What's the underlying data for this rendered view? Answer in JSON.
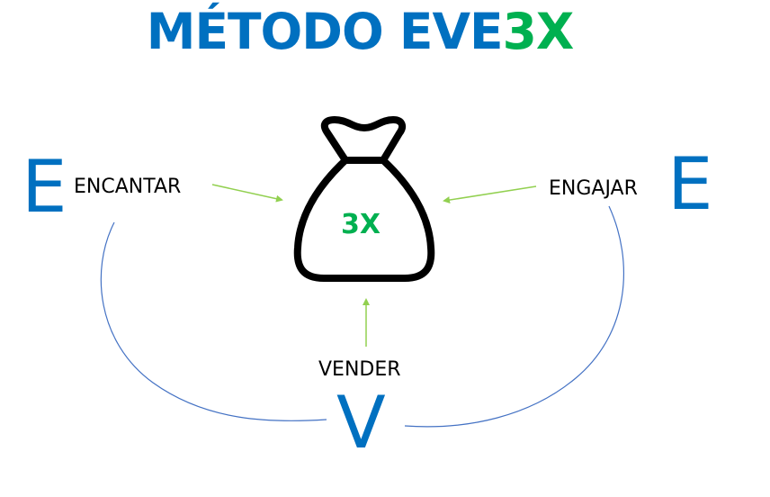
{
  "title": {
    "main": "MÉTODO EVE",
    "accent": "3X"
  },
  "colors": {
    "primary_blue": "#0070c0",
    "accent_green": "#00b050",
    "arrow_green": "#92d050",
    "cycle_line": "#4472c4",
    "bag_stroke": "#000000"
  },
  "center": {
    "icon": "money-bag-icon",
    "text": "3X"
  },
  "nodes": [
    {
      "letter": "E",
      "label": "ENCANTAR",
      "position": "left"
    },
    {
      "letter": "E",
      "label": "ENGAJAR",
      "position": "right"
    },
    {
      "letter": "V",
      "label": "VENDER",
      "position": "bottom"
    }
  ]
}
